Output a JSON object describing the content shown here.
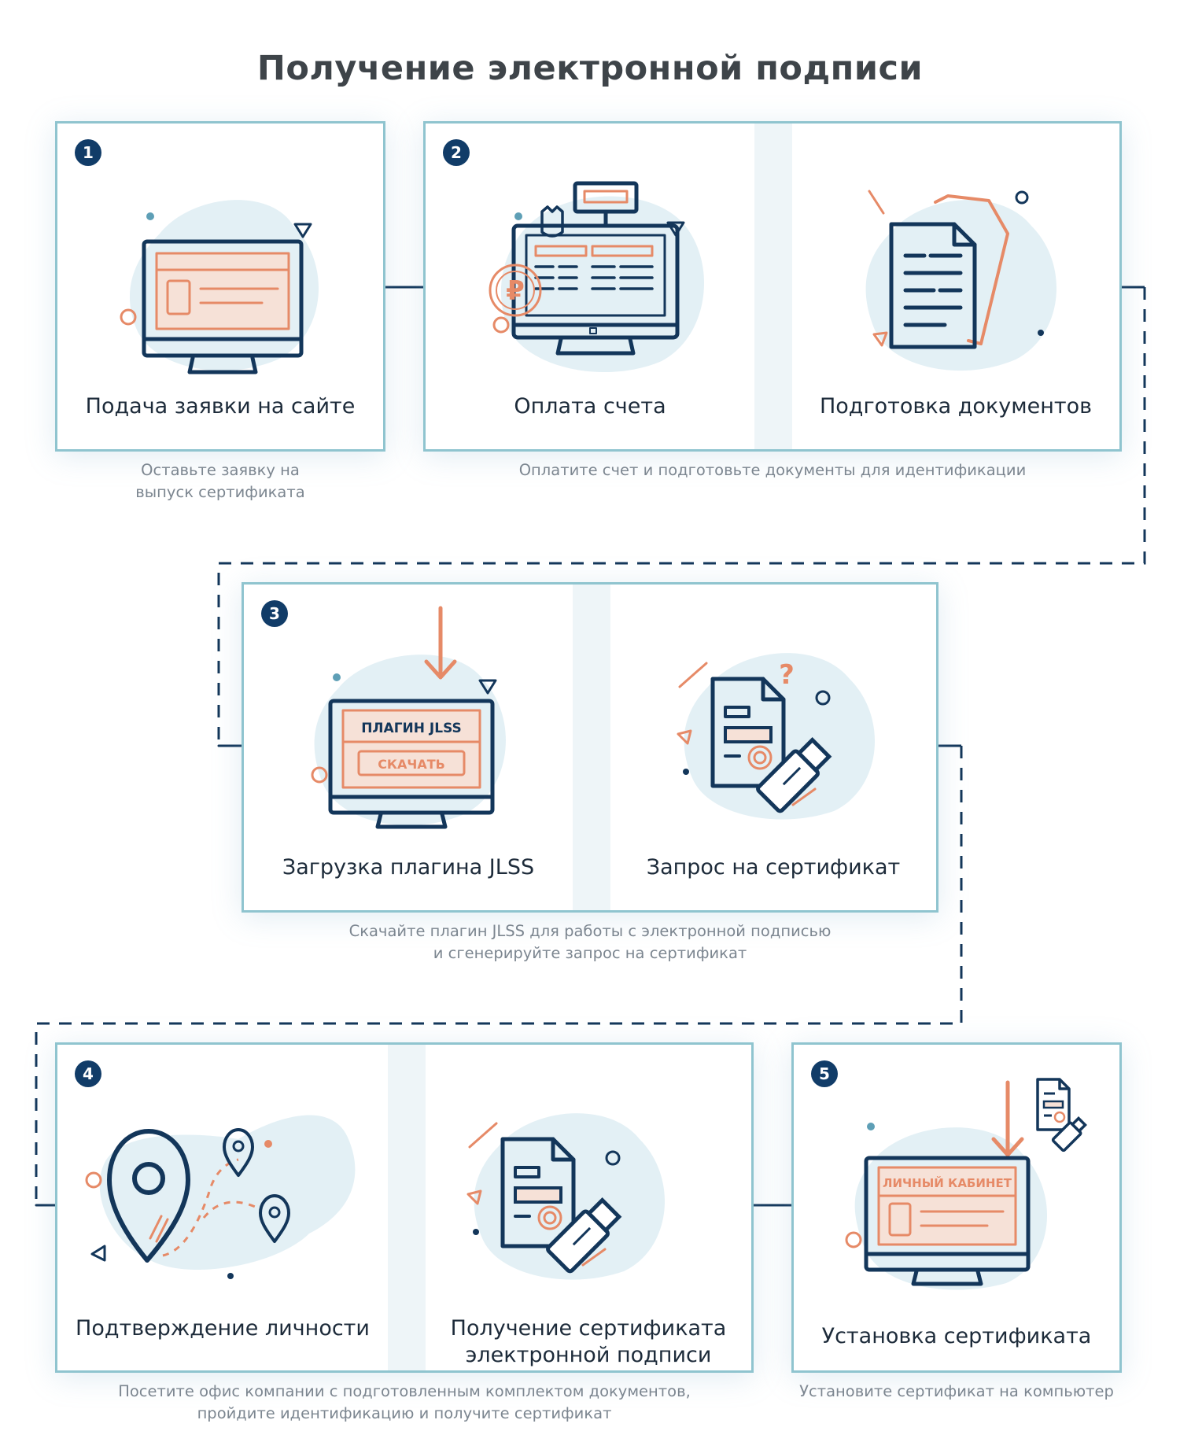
{
  "title": "Получение электронной подписи",
  "steps": [
    {
      "number": "1",
      "label": "Подача заявки на сайте",
      "caption_lines": [
        "Оставьте заявку на",
        "выпуск сертификата"
      ]
    },
    {
      "number": "2",
      "labels": [
        "Оплата счета",
        "Подготовка документов"
      ],
      "caption_lines": [
        "Оплатите счет и подготовьте документы для идентификации"
      ]
    },
    {
      "number": "3",
      "labels": [
        "Загрузка плагина JLSS",
        "Запрос на сертификат"
      ],
      "caption_lines": [
        "Скачайте плагин JLSS для работы с электронной подписью",
        "и сгенерируйте запрос на сертификат"
      ]
    },
    {
      "number": "4",
      "labels": [
        "Подтверждение личности",
        "Получение сертификата",
        "электронной подписи"
      ],
      "caption_lines": [
        "Посетите офис компании с подготовленным комплектом документов,",
        "пройдите идентификацию и получите сертификат"
      ]
    },
    {
      "number": "5",
      "label": "Установка сертификата",
      "caption_lines": [
        "Установите сертификат на компьютер"
      ]
    }
  ],
  "screen_texts": {
    "plugin_title": "ПЛАГИН JLSS",
    "plugin_button": "СКАЧАТЬ",
    "cabinet_title": "ЛИЧНЫЙ КАБИНЕТ",
    "ruble": "₽",
    "question": "?"
  },
  "colors": {
    "navy": "#13365a",
    "orange": "#e68a67",
    "panel_border": "#8fc4cf",
    "blob": "#e3f0f5",
    "arrow_teal": "#7fb9c6",
    "caption": "#7c8690"
  },
  "icons": [
    "monitor-icon",
    "cash-register-icon",
    "document-icon",
    "download-arrow-icon",
    "certificate-usb-icon",
    "location-pin-icon"
  ]
}
